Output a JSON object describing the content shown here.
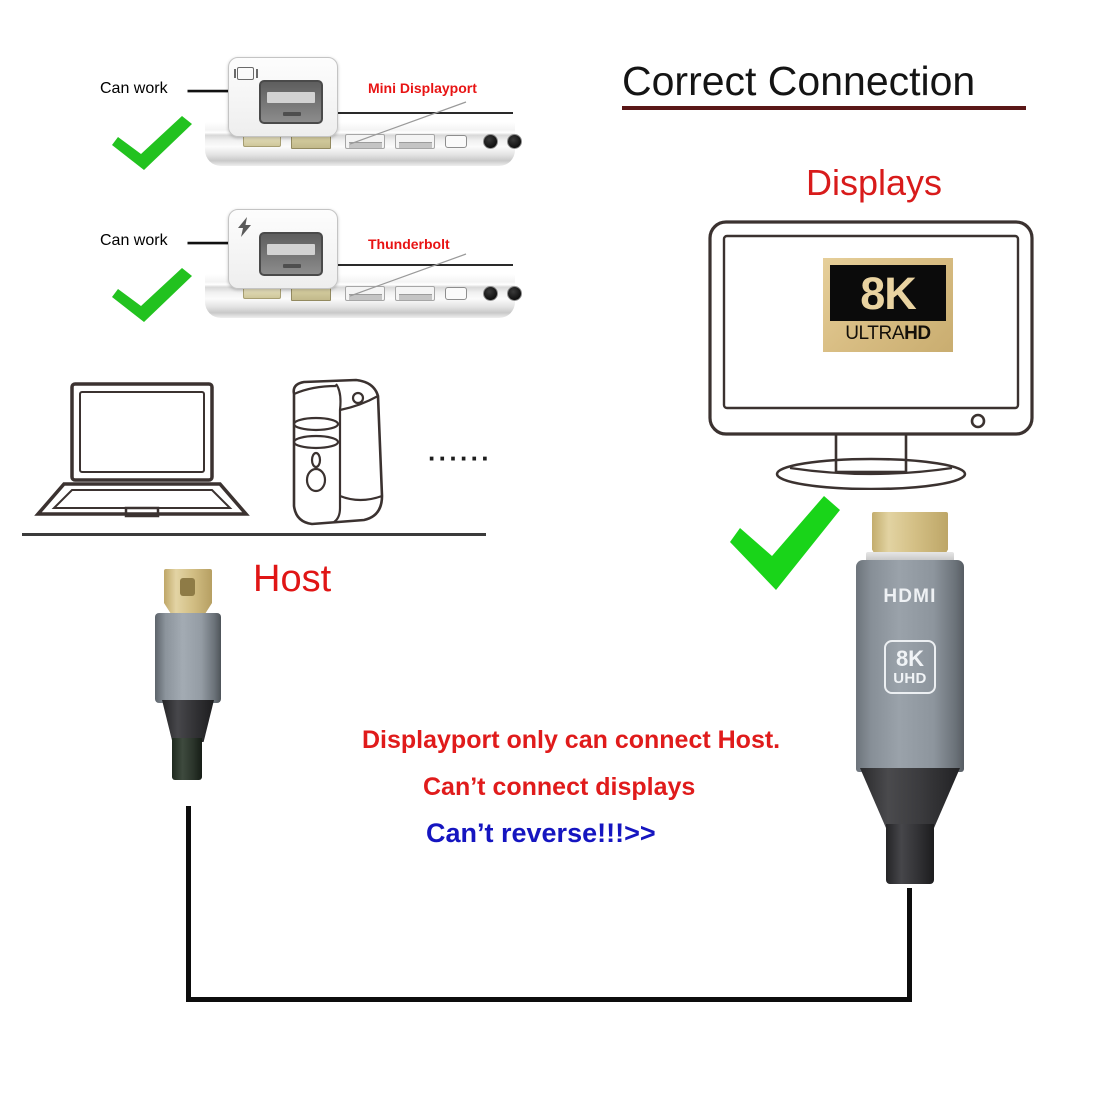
{
  "header": {
    "title": "Correct Connection",
    "displays_label": "Displays",
    "host_label": "Host"
  },
  "compat_rows": [
    {
      "can_work_text": "Can work",
      "port_label": "Mini Displayport",
      "callout_icon": "displayport-glyph-icon",
      "check_icon": "green-check-icon"
    },
    {
      "can_work_text": "Can work",
      "port_label": "Thunderbolt",
      "callout_icon": "thunderbolt-bolt-icon",
      "check_icon": "green-check-icon"
    }
  ],
  "host_devices": {
    "laptop_icon": "laptop-outline-icon",
    "tower_icon": "desktop-tower-outline-icon",
    "ellipsis": "······"
  },
  "display_device": {
    "monitor_icon": "monitor-outline-icon",
    "badge": {
      "resolution": "8K",
      "sub_prefix": "ULTRA",
      "sub_suffix": "HD"
    }
  },
  "hdmi_connector": {
    "brand_text": "HDMI",
    "badge_top": "8K",
    "badge_bottom": "UHD"
  },
  "warnings": [
    {
      "text": "Displayport only can connect Host.",
      "color": "#e01b1b"
    },
    {
      "text": "Can’t connect displays",
      "color": "#e01b1b"
    },
    {
      "text": "Can’t reverse!!!>>",
      "color": "#1515c0"
    }
  ],
  "colors": {
    "title_text": "#141414",
    "title_rule": "#5a1717",
    "red": "#e01b1b",
    "blue": "#1515c0",
    "green_check": "#22c21f",
    "badge_gold": "#d9be84",
    "badge_black": "#0b0b0b",
    "connector_gray": "#9aa2aa",
    "connector_gold": "#d4c086",
    "cable_black": "#2a2a2c",
    "bracket": "#0d0d0d"
  }
}
